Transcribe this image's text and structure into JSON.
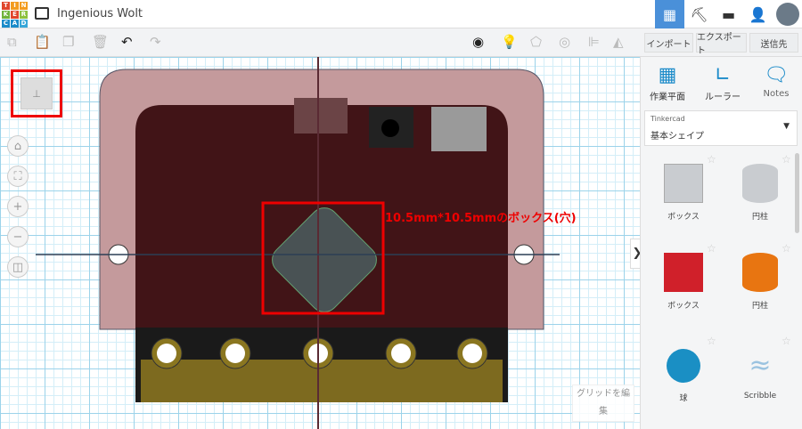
{
  "app": {
    "logo_letters": [
      "T",
      "I",
      "N",
      "K",
      "E",
      "R",
      "C",
      "A",
      "D"
    ],
    "title": "Ingenious Wolt"
  },
  "toolbar": {
    "import": "インポート",
    "export": "エクスポート",
    "send": "送信先"
  },
  "panel": {
    "workplane": "作業平面",
    "ruler": "ルーラー",
    "notes": "Notes",
    "library_source": "Tinkercad",
    "library_name": "基本シェイプ",
    "shapes": [
      {
        "label": "ボックス"
      },
      {
        "label": "円柱"
      },
      {
        "label": "ボックス"
      },
      {
        "label": "円柱"
      },
      {
        "label": "球"
      },
      {
        "label": "Scribble"
      }
    ]
  },
  "canvas": {
    "annotation": "10.5mm*10.5mmのボックス(穴)",
    "edit_grid": "グリッドを編",
    "edit_grid2": "集"
  },
  "colors": {
    "accent": "#4a90d9",
    "annotation": "#e00000"
  }
}
